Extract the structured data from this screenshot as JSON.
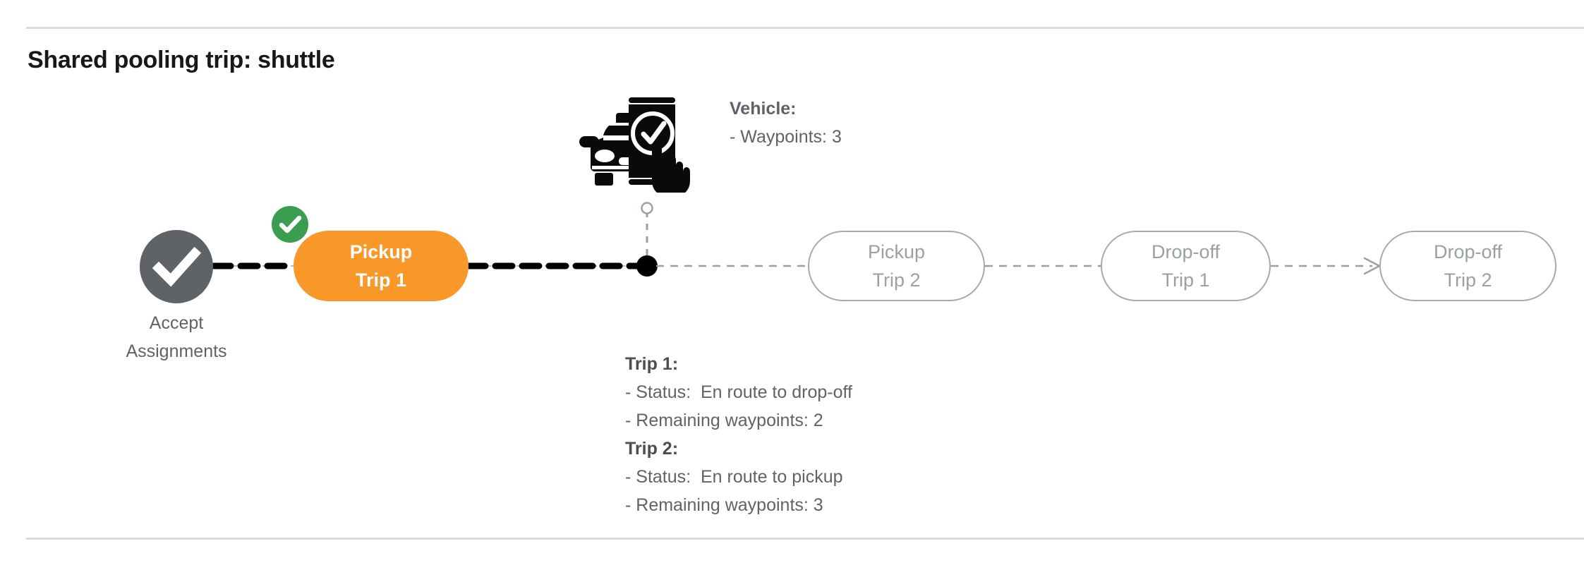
{
  "header": {
    "title": "Shared pooling trip: shuttle"
  },
  "flow": {
    "start_node": {
      "icon": "check-circle-icon",
      "label": "Accept\nAssignments",
      "color": "#5f6368"
    },
    "steps": [
      {
        "id": "pickup-trip-1",
        "line1": "Pickup",
        "line2": "Trip 1",
        "state": "completed",
        "badge": "green-check-badge",
        "color": "#f79829"
      },
      {
        "id": "pickup-trip-2",
        "line1": "Pickup",
        "line2": "Trip 2",
        "state": "pending",
        "badge": "",
        "color": "#a6abae"
      },
      {
        "id": "dropoff-trip-1",
        "line1": "Drop-off",
        "line2": "Trip 1",
        "state": "pending",
        "badge": "",
        "color": "#a6abae"
      },
      {
        "id": "dropoff-trip-2",
        "line1": "Drop-off",
        "line2": "Trip 2",
        "state": "pending",
        "badge": "",
        "color": "#a6abae"
      }
    ],
    "current_position_marker": "vehicle-position-dot"
  },
  "vehicle": {
    "icon": "car-phone-check-icon",
    "heading": "Vehicle",
    "heading_suffix": ":",
    "waypoints_line": "- Waypoints: 3",
    "waypoints": 3
  },
  "trips": [
    {
      "heading": "Trip 1",
      "heading_suffix": ":",
      "status_line": "- Status:  En route to drop-off",
      "status": "En route to drop-off",
      "waypoints_line": "- Remaining waypoints: 2",
      "remaining_waypoints": 2
    },
    {
      "heading": "Trip 2",
      "heading_suffix": ":",
      "status_line": "- Status:  En route to pickup",
      "status": "En route to pickup",
      "waypoints_line": "- Remaining waypoints: 3",
      "remaining_waypoints": 3
    }
  ],
  "colors": {
    "active_pill": "#f79829",
    "pending_pill_border": "#a6abae",
    "pending_pill_text": "#9aa0a3",
    "start_node": "#5f6368",
    "badge_green": "#3a9d4f",
    "body_text": "#5f6368",
    "rule": "#d9dcde",
    "completed_path": "#000000",
    "pending_path": "#9aa0a3"
  }
}
